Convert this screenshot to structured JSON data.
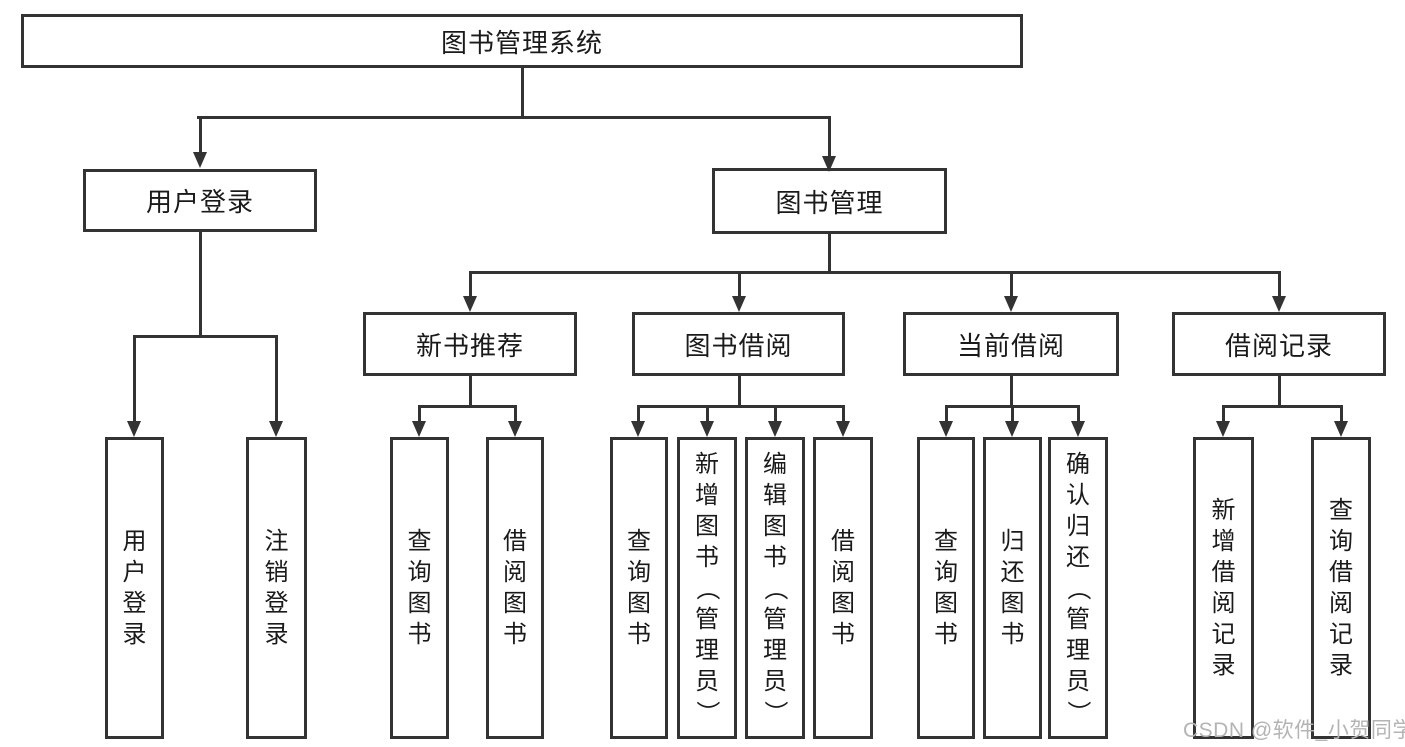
{
  "diagram": {
    "root": {
      "label": "图书管理系统"
    },
    "level1": [
      {
        "id": "user-login",
        "label": "用户登录",
        "children": [
          {
            "label": "用户登录"
          },
          {
            "label": "注销登录"
          }
        ]
      },
      {
        "id": "book-management",
        "label": "图书管理",
        "children": [
          {
            "id": "new-book-recommendation",
            "label": "新书推荐",
            "children": [
              {
                "label": "查询图书"
              },
              {
                "label": "借阅图书"
              }
            ]
          },
          {
            "id": "book-borrowing",
            "label": "图书借阅",
            "children": [
              {
                "label": "查询图书"
              },
              {
                "label": "新增图书（管理员）"
              },
              {
                "label": "编辑图书（管理员）"
              },
              {
                "label": "借阅图书"
              }
            ]
          },
          {
            "id": "current-borrowing",
            "label": "当前借阅",
            "children": [
              {
                "label": "查询图书"
              },
              {
                "label": "归还图书"
              },
              {
                "label": "确认归还（管理员）"
              }
            ]
          },
          {
            "id": "borrowing-records",
            "label": "借阅记录",
            "children": [
              {
                "label": "新增借阅记录"
              },
              {
                "label": "查询借阅记录"
              }
            ]
          }
        ]
      }
    ]
  },
  "watermark": {
    "text": "CSDN @软件_小贺同学"
  },
  "colors": {
    "line": "#333333",
    "text": "#1a1a1a",
    "watermark": "#b4b4b4",
    "background": "#ffffff"
  }
}
